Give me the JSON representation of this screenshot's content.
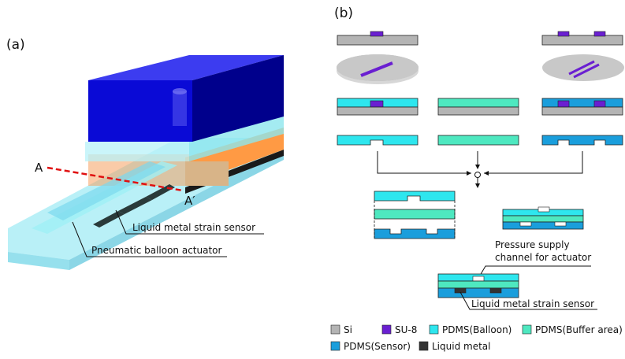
{
  "panel_a": {
    "label": "(a)",
    "section_start": "A",
    "section_end": "A′",
    "sensor_label": "Liquid metal strain sensor",
    "actuator_label": "Pneumatic balloon actuator"
  },
  "panel_b": {
    "label": "(b)",
    "pressure_label_line1": "Pressure supply",
    "pressure_label_line2": "channel for actuator",
    "sensor_label": "Liquid metal strain sensor"
  },
  "legend": [
    {
      "name": "Si",
      "color": "#b4b4b4"
    },
    {
      "name": "SU-8",
      "color": "#6a1fd1"
    },
    {
      "name": "PDMS(Balloon)",
      "color": "#2ee6ee"
    },
    {
      "name": "PDMS(Buffer area)",
      "color": "#4ee8c0"
    },
    {
      "name": "PDMS(Sensor)",
      "color": "#1a9edc"
    },
    {
      "name": "Liquid metal",
      "color": "#333333"
    }
  ],
  "colors": {
    "si": "#b4b4b4",
    "su8": "#6a1fd1",
    "balloon": "#2ee6ee",
    "buffer": "#4ee8c0",
    "sensor": "#1a9edc",
    "metal": "#333333",
    "block_top": "#3c3cf0",
    "section_line": "#e01010"
  }
}
